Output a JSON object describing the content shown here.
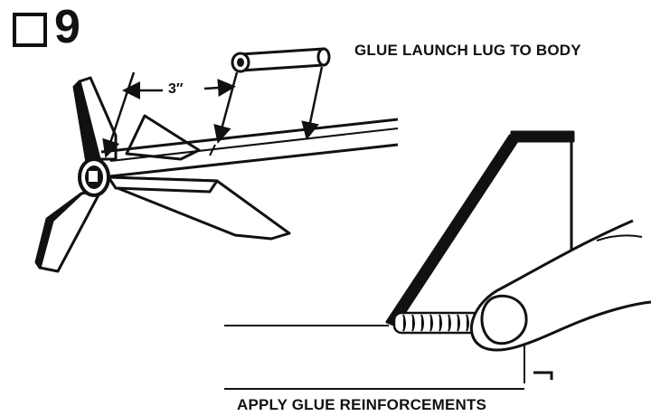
{
  "step": {
    "number": "9"
  },
  "captions": {
    "top": "GLUE LAUNCH LUG TO BODY",
    "bottom": "APPLY GLUE REINFORCEMENTS"
  },
  "dimension": {
    "label": "3″"
  },
  "colors": {
    "ink": "#111111",
    "paper": "#ffffff"
  }
}
